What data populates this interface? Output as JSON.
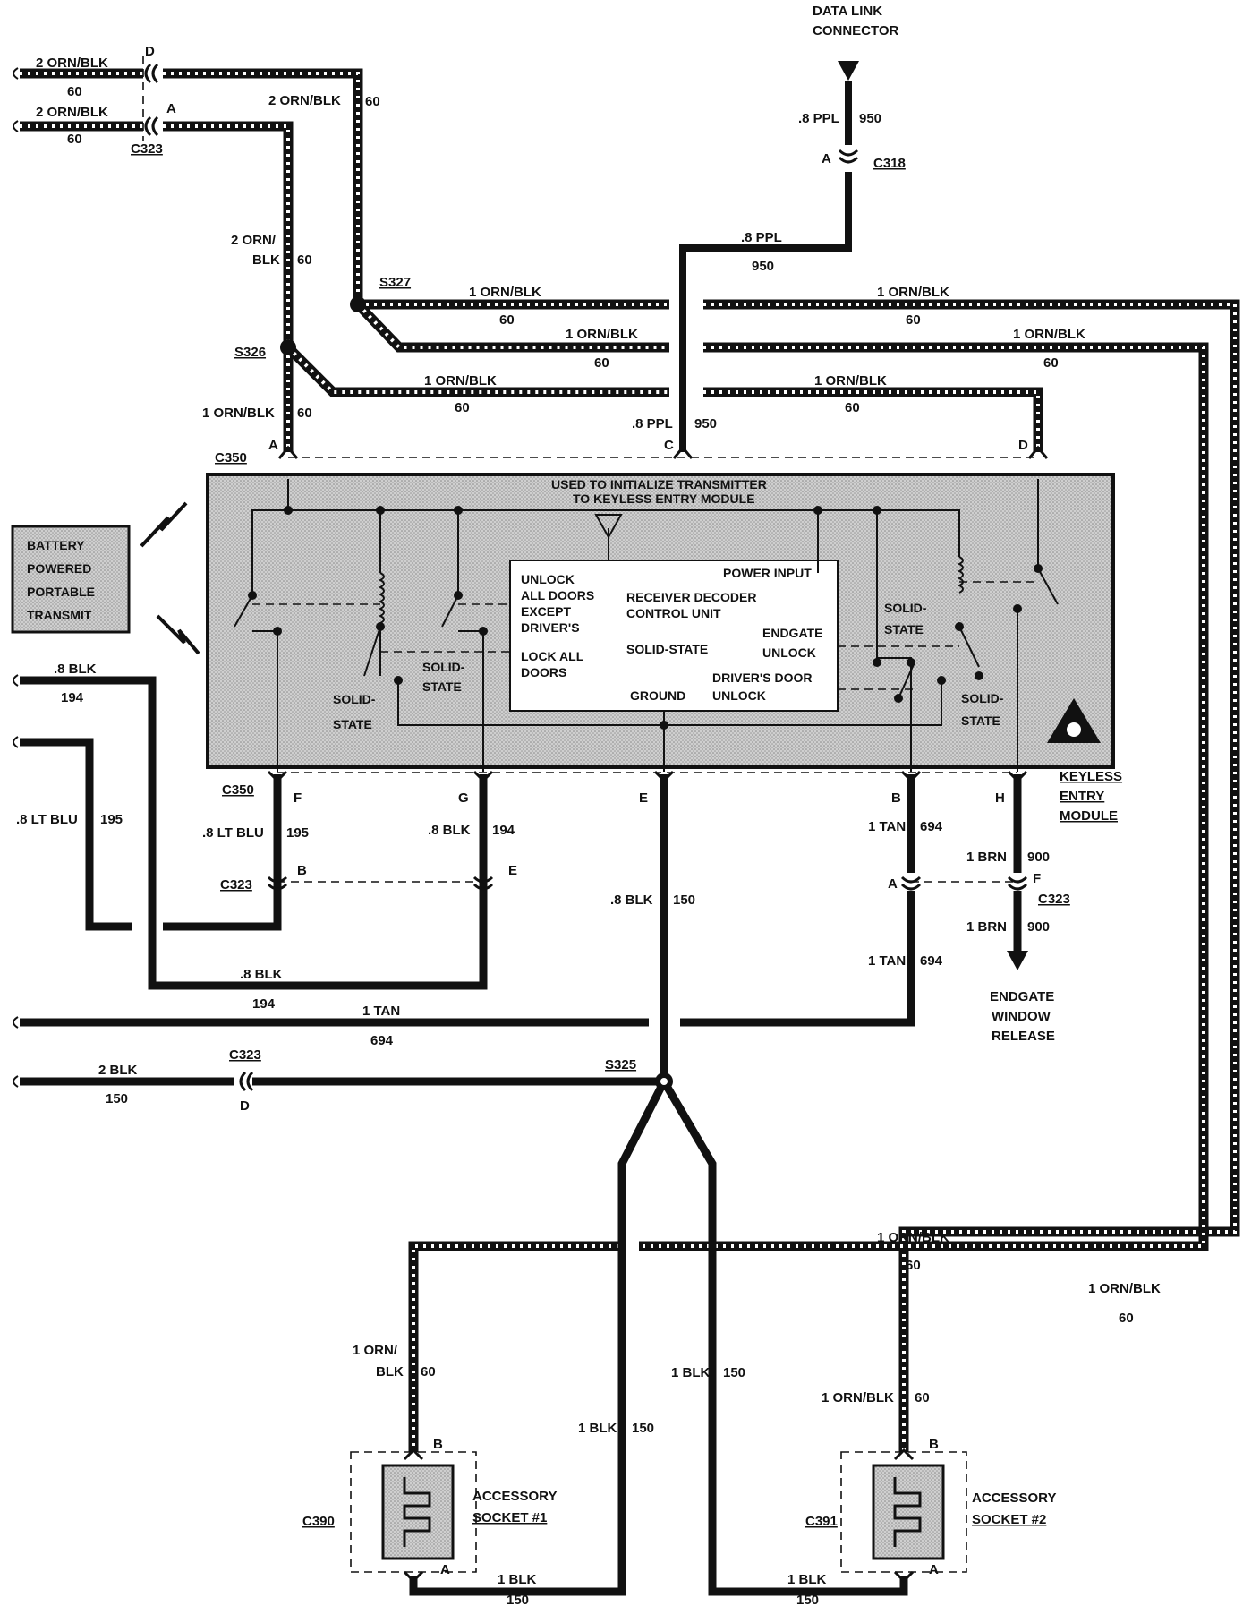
{
  "header": {
    "data_link_line1": "DATA LINK",
    "data_link_line2": "CONNECTOR"
  },
  "wires": {
    "orn2_top_label": "2 ORN/BLK",
    "orn2_top_num": "60",
    "orn2_second_label": "2 ORN/BLK",
    "orn2_second_num": "60",
    "orn2_to_s327_label": "2 ORN/BLK",
    "orn2_to_s327_num": "60",
    "orn2_vert_label1": "2 ORN/",
    "orn2_vert_label2": "BLK",
    "orn2_vert_num": "60",
    "ppl_top_label": ".8 PPL",
    "ppl_top_num": "950",
    "ppl_mid_label": ".8 PPL",
    "ppl_mid_num": "950",
    "ppl_low_label": ".8 PPL",
    "ppl_low_num": "950",
    "orn1_a_label": "1 ORN/BLK",
    "orn1_a_num": "60",
    "orn1_b_label": "1 ORN/BLK",
    "orn1_b_num": "60",
    "orn1_c_label": "1 ORN/BLK",
    "orn1_c_num": "60",
    "orn1_d_label": "1 ORN/BLK",
    "orn1_d_num": "60",
    "orn1_e_label": "1 ORN/BLK",
    "orn1_e_num": "60",
    "orn1_f_label": "1 ORN/BLK",
    "orn1_f_num": "60",
    "orn1_s326_label": "1 ORN/BLK",
    "orn1_s326_num": "60",
    "blk194_top_label": ".8 BLK",
    "blk194_top_num": "194",
    "ltblu_left_label": ".8 LT BLU",
    "ltblu_left_num": "195",
    "ltblu_f_label": ".8 LT BLU",
    "ltblu_f_num": "195",
    "blk194_g_label": ".8 BLK",
    "blk194_g_num": "194",
    "blk150_e_label": ".8 BLK",
    "blk150_e_num": "150",
    "tan_b_label": "1 TAN",
    "tan_b_num": "694",
    "tan_b2_label": "1 TAN",
    "tan_b2_num": "694",
    "brn_h_label": "1 BRN",
    "brn_h_num": "900",
    "brn_h2_label": "1 BRN",
    "brn_h2_num": "900",
    "blk194_bottom_label": ".8 BLK",
    "blk194_bottom_num": "194",
    "tan_long_label": "1 TAN",
    "tan_long_num": "694",
    "blk2_label": "2 BLK",
    "blk2_num": "150",
    "orn1_sock1_bus_label": "1 ORN/BLK",
    "orn1_sock1_bus_num": "60",
    "orn1_sock2_bus_label": "1 ORN/BLK",
    "orn1_sock2_bus_num": "60",
    "orn1_sock1_vert_label1": "1 ORN/",
    "orn1_sock1_vert_label2": "BLK",
    "orn1_sock1_vert_num": "60",
    "orn1_sock2_vert_label": "1 ORN/BLK",
    "orn1_sock2_vert_num": "60",
    "blk150_sock1_label": "1 BLK",
    "blk150_sock1_num": "150",
    "blk150_sock2_label": "1 BLK",
    "blk150_sock2_num": "150",
    "blk_sock1_bottom_label": "1 BLK",
    "blk_sock1_bottom_num": "150",
    "blk_sock2_bottom_label": "1 BLK",
    "blk_sock2_bottom_num": "150"
  },
  "connectors": {
    "c323_top": "C323",
    "c318": "C318",
    "c350_top": "C350",
    "c350_bottom": "C350",
    "c323_mid": "C323",
    "c323_right": "C323",
    "c323_bottom": "C323",
    "c390": "C390",
    "c391": "C391",
    "pin_d_top": "D",
    "pin_a_top": "A",
    "pin_a_c318": "A",
    "pin_a_c350": "A",
    "pin_c_c350": "C",
    "pin_d_c350": "D",
    "pin_f": "F",
    "pin_g": "G",
    "pin_e": "E",
    "pin_b": "B",
    "pin_h": "H",
    "pin_b_c323": "B",
    "pin_e_c323": "E",
    "pin_a_c323": "A",
    "pin_f_c323": "F",
    "pin_d_c323": "D",
    "pin_b_sock1": "B",
    "pin_a_sock1": "A",
    "pin_b_sock2": "B",
    "pin_a_sock2": "A"
  },
  "splices": {
    "s327": "S327",
    "s326": "S326",
    "s325": "S325"
  },
  "module": {
    "title_line1": "USED TO INITIALIZE TRANSMITTER",
    "title_line2": "TO KEYLESS ENTRY MODULE",
    "unlock1": "UNLOCK",
    "unlock2": "ALL DOORS",
    "unlock3": "EXCEPT",
    "unlock4": "DRIVER'S",
    "lock1": "LOCK ALL",
    "lock2": "DOORS",
    "power_input": "POWER INPUT",
    "receiver1": "RECEIVER DECODER",
    "receiver2": "CONTROL UNIT",
    "solid_state_center": "SOLID-STATE",
    "ground": "GROUND",
    "endgate1": "ENDGATE",
    "endgate2": "UNLOCK",
    "drivers1": "DRIVER'S DOOR",
    "drivers2": "UNLOCK",
    "solid_l1": "SOLID-",
    "solid_l2": "STATE",
    "solid_m1": "SOLID-",
    "solid_m2": "STATE",
    "solid_r1": "SOLID-",
    "solid_r2": "STATE",
    "solid_rb1": "SOLID-",
    "solid_rb2": "STATE",
    "name1": "KEYLESS",
    "name2": "ENTRY",
    "name3": "MODULE"
  },
  "transmitter": {
    "line1": "BATTERY",
    "line2": "POWERED",
    "line3": "PORTABLE",
    "line4": "TRANSMIT"
  },
  "loads": {
    "endgate1": "ENDGATE",
    "endgate2": "WINDOW",
    "endgate3": "RELEASE",
    "sock1_line1": "ACCESSORY",
    "sock1_line2": "SOCKET #1",
    "sock2_line1": "ACCESSORY",
    "sock2_line2": "SOCKET #2"
  }
}
